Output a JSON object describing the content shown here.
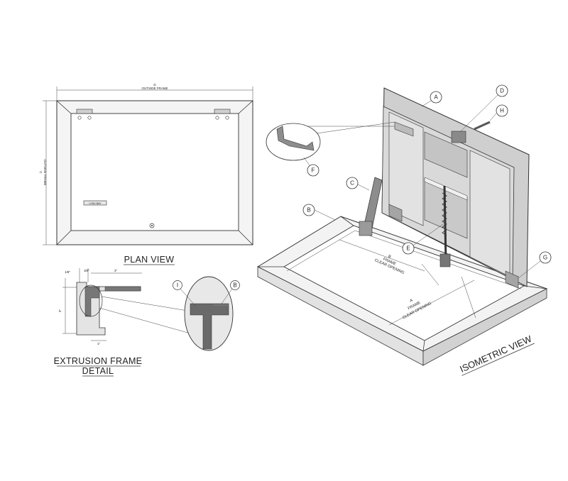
{
  "plan": {
    "title": "PLAN VIEW",
    "dim_d_letter": "D",
    "dim_d_text": "OUTSIDE FRAME",
    "dim_c_letter": "C",
    "dim_c_text": "OUTSIDE FRAME",
    "handle_label": "LYNX BAY"
  },
  "extrusion": {
    "title_line1": "EXTRUSION FRAME",
    "title_line2": "DETAIL",
    "dim_top_1": "1/8\"",
    "dim_top_2": "3/8\"",
    "dim_width": "3\"",
    "dim_height": "3\"",
    "dim_base": "1\""
  },
  "isometric": {
    "title": "ISOMETRIC VIEW",
    "dim_b_letter": "B",
    "dim_b_line1": "FRAME",
    "dim_b_line2": "CLEAR OPENING",
    "dim_a_letter": "A",
    "dim_a_line1": "FRAME",
    "dim_a_line2": "CLEAR OPENING"
  },
  "callouts": [
    "A",
    "B",
    "C",
    "D",
    "E",
    "F",
    "G",
    "H",
    "I",
    "B"
  ],
  "colors": {
    "line": "#333333",
    "panel_fill": "#d9d9d9",
    "panel_shade": "#bdbdbd",
    "frame_fill": "#ececec"
  }
}
